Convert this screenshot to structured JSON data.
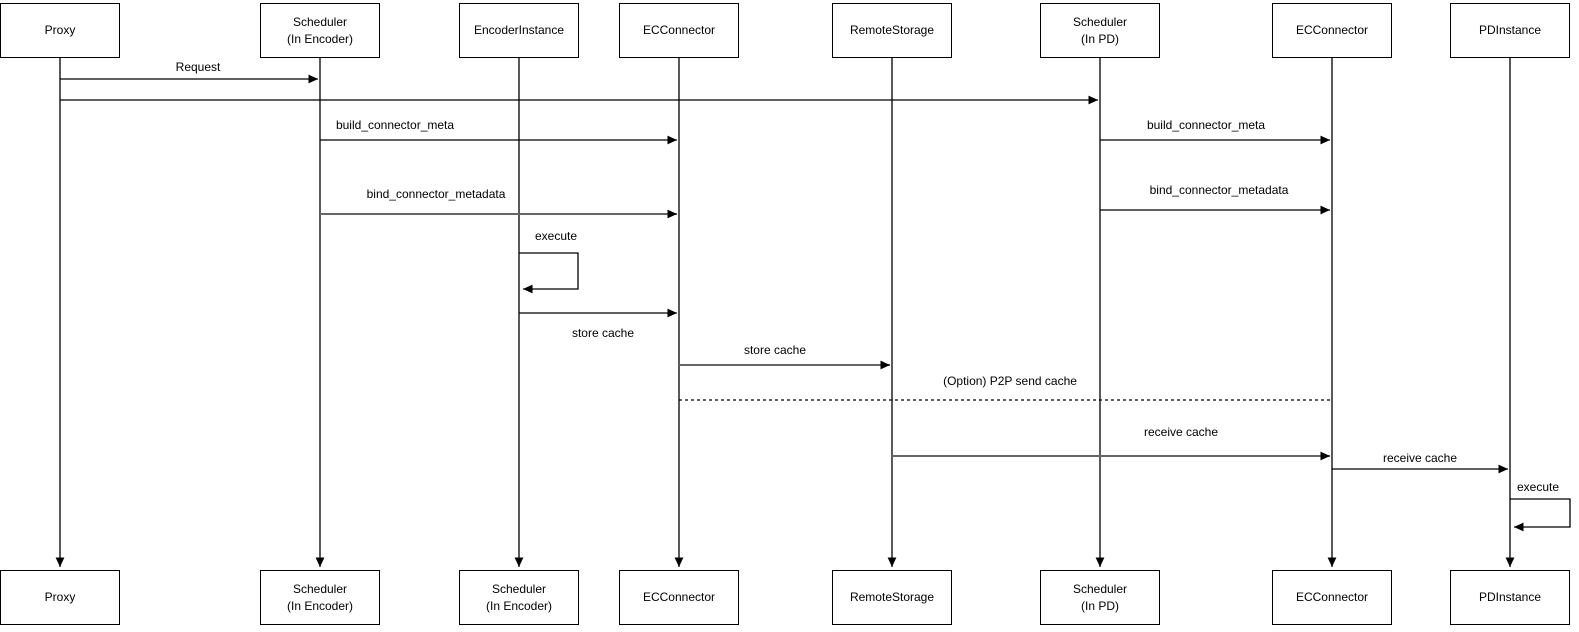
{
  "diagram": {
    "type": "sequence-diagram",
    "colors": {
      "background": "#ffffff",
      "line": "#000000",
      "gray_line": "#666666",
      "box_fill": "#ffffff",
      "box_border": "#000000",
      "text": "#000000"
    },
    "participants": [
      {
        "id": "proxy",
        "label": "Proxy"
      },
      {
        "id": "scheduler-encoder",
        "label": "Scheduler\n(In Encoder)"
      },
      {
        "id": "encoder-instance",
        "label": "EncoderInstance"
      },
      {
        "id": "ec-connector-enc",
        "label": "ECConnector"
      },
      {
        "id": "remote-storage",
        "label": "RemoteStorage"
      },
      {
        "id": "scheduler-pd",
        "label": "Scheduler\n(In PD)"
      },
      {
        "id": "ec-connector-pd",
        "label": "ECConnector"
      },
      {
        "id": "pd-instance",
        "label": "PDInstance"
      }
    ],
    "participants_bottom": [
      {
        "label": "Proxy"
      },
      {
        "label": "Scheduler\n(In Encoder)"
      },
      {
        "label": "Scheduler\n(In Encoder)"
      },
      {
        "label": "ECConnector"
      },
      {
        "label": "RemoteStorage"
      },
      {
        "label": "Scheduler\n(In PD)"
      },
      {
        "label": "ECConnector"
      },
      {
        "label": "PDInstance"
      }
    ],
    "messages": [
      {
        "label": "Request",
        "from": "Proxy",
        "to": "Scheduler (In Encoder)",
        "style": "solid"
      },
      {
        "label": "",
        "from": "Proxy",
        "to": "Scheduler (In PD)",
        "style": "solid"
      },
      {
        "label": "build_connector_meta",
        "from": "Scheduler (In Encoder)",
        "to": "ECConnector (Encoder)",
        "style": "solid"
      },
      {
        "label": "build_connector_meta",
        "from": "Scheduler (In PD)",
        "to": "ECConnector (PD)",
        "style": "solid"
      },
      {
        "label": "bind_connector_metadata",
        "from": "Scheduler (In Encoder)",
        "to": "ECConnector (Encoder)",
        "style": "solid-gray"
      },
      {
        "label": "bind_connector_metadata",
        "from": "Scheduler (In PD)",
        "to": "ECConnector (PD)",
        "style": "solid"
      },
      {
        "label": "execute",
        "from": "EncoderInstance",
        "to": "EncoderInstance",
        "style": "self-loop"
      },
      {
        "label": "store cache",
        "from": "EncoderInstance",
        "to": "ECConnector (Encoder)",
        "style": "solid"
      },
      {
        "label": "store cache",
        "from": "ECConnector (Encoder)",
        "to": "RemoteStorage",
        "style": "solid-gray"
      },
      {
        "label": "(Option) P2P send cache",
        "from": "ECConnector (Encoder)",
        "to": "ECConnector (PD)",
        "style": "dashed"
      },
      {
        "label": "receive cache",
        "from": "RemoteStorage",
        "to": "ECConnector (PD)",
        "style": "solid-gray"
      },
      {
        "label": "receive cache",
        "from": "ECConnector (PD)",
        "to": "PDInstance",
        "style": "solid"
      },
      {
        "label": "execute",
        "from": "PDInstance",
        "to": "PDInstance",
        "style": "self-loop"
      }
    ]
  }
}
